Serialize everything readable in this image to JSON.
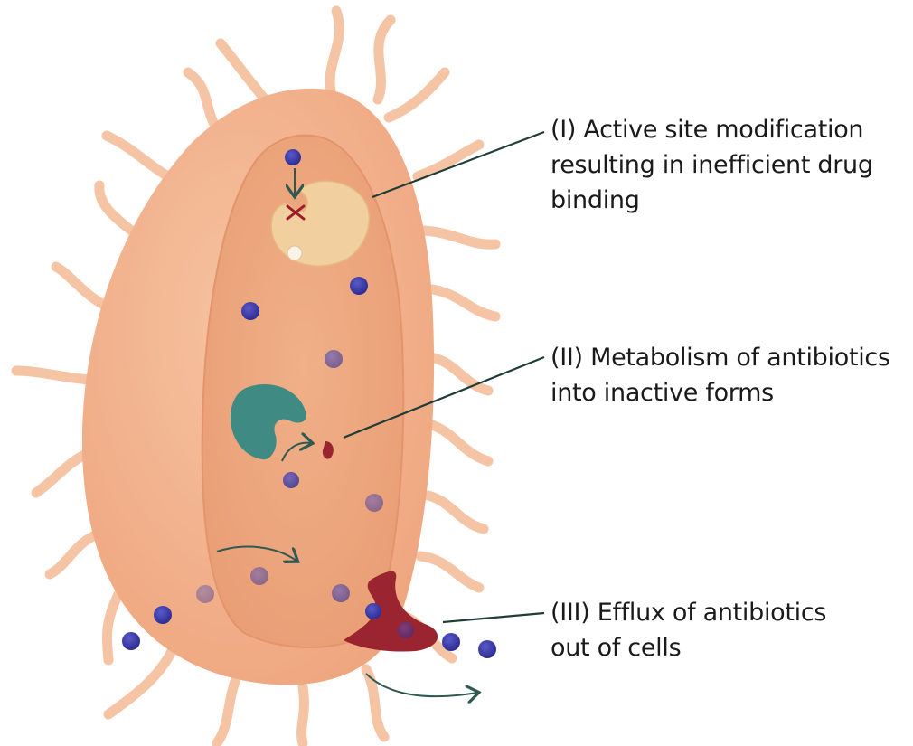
{
  "colors": {
    "cell_body": "#f3b690",
    "cell_interior": "#efab85",
    "flagella": "#f4c4a4",
    "drug_molecule": "#3b3aa6",
    "enzyme_modified": "#f1cf9e",
    "enzyme_metabolism": "#3f8a83",
    "efflux_pump": "#9b2431",
    "leader_line": "#1f3d36",
    "block_mark": "#a01c2a"
  },
  "labels": {
    "mechanism_1": {
      "lines": [
        "(I) Active site modification",
        "resulting in inefficient drug",
        "binding"
      ]
    },
    "mechanism_2": {
      "lines": [
        "(II) Metabolism of antibiotics",
        "into inactive forms"
      ]
    },
    "mechanism_3": {
      "lines": [
        "(III) Efflux of antibiotics",
        "out of cells"
      ]
    }
  }
}
